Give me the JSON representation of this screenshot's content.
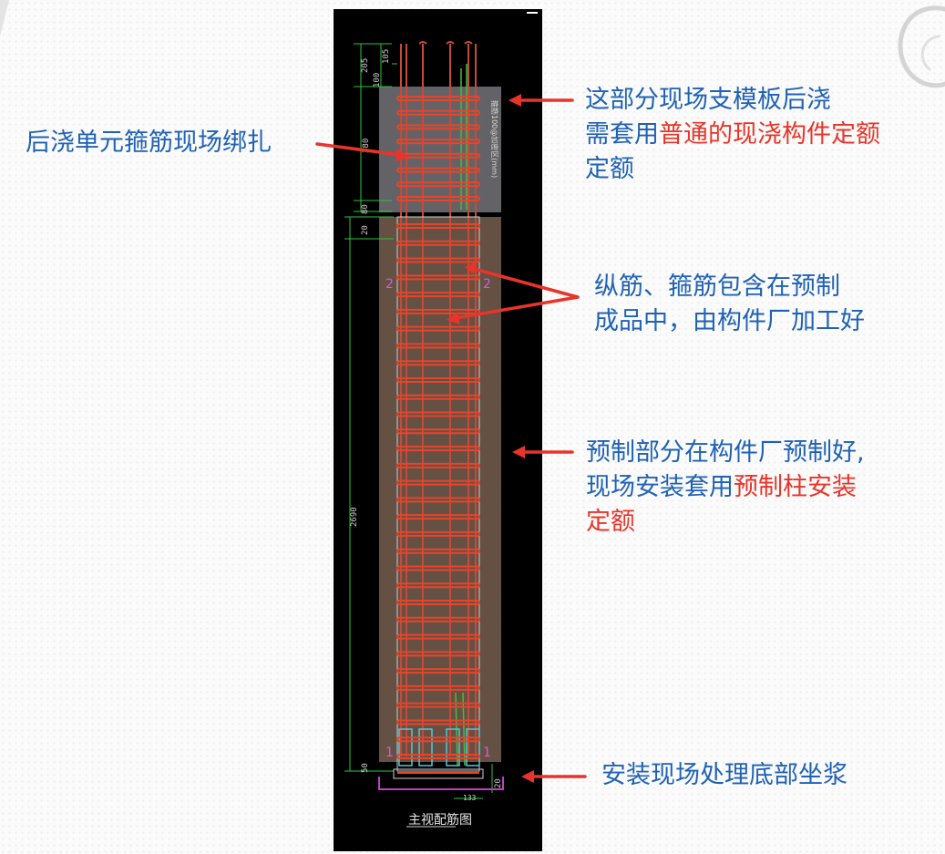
{
  "colors": {
    "text_blue": "#1f62b4",
    "text_red": "#e8342a",
    "drawing_bg": "#000000",
    "rebar": "#e8442a",
    "dimension": "#2ec43c",
    "grout": "#c03fc3"
  },
  "drawing": {
    "dimension_labels": [
      "205",
      "100",
      "105",
      "380",
      "80",
      "20",
      "2690",
      "50",
      "20",
      "133"
    ],
    "section_marks": [
      "2",
      "2",
      "1",
      "1"
    ],
    "vertical_note": "箍筋100@加密区(mm)",
    "caption": "主视配筋图",
    "stirrup_count": 32,
    "postcast_stirrup_count": 8
  },
  "notes": {
    "postcast_tie": "后浇单元箍筋现场绑扎",
    "formwork": {
      "line1": "这部分现场支模板后浇",
      "line2_prefix": "需套用",
      "line2_highlight": "普通的现浇构件定额",
      "line3": "定额"
    },
    "factory": {
      "line1": "纵筋、箍筋包含在预制",
      "line2": "成品中，由构件厂加工好"
    },
    "precast": {
      "line1": "预制部分在构件厂预制好,",
      "line2_prefix": "现场安装套用",
      "line2_highlight": "预制柱安装",
      "line3_highlight": "定额"
    },
    "grout": "安装现场处理底部坐浆"
  },
  "icons": [
    "arrow-icon",
    "decorative-swirl-icon"
  ]
}
